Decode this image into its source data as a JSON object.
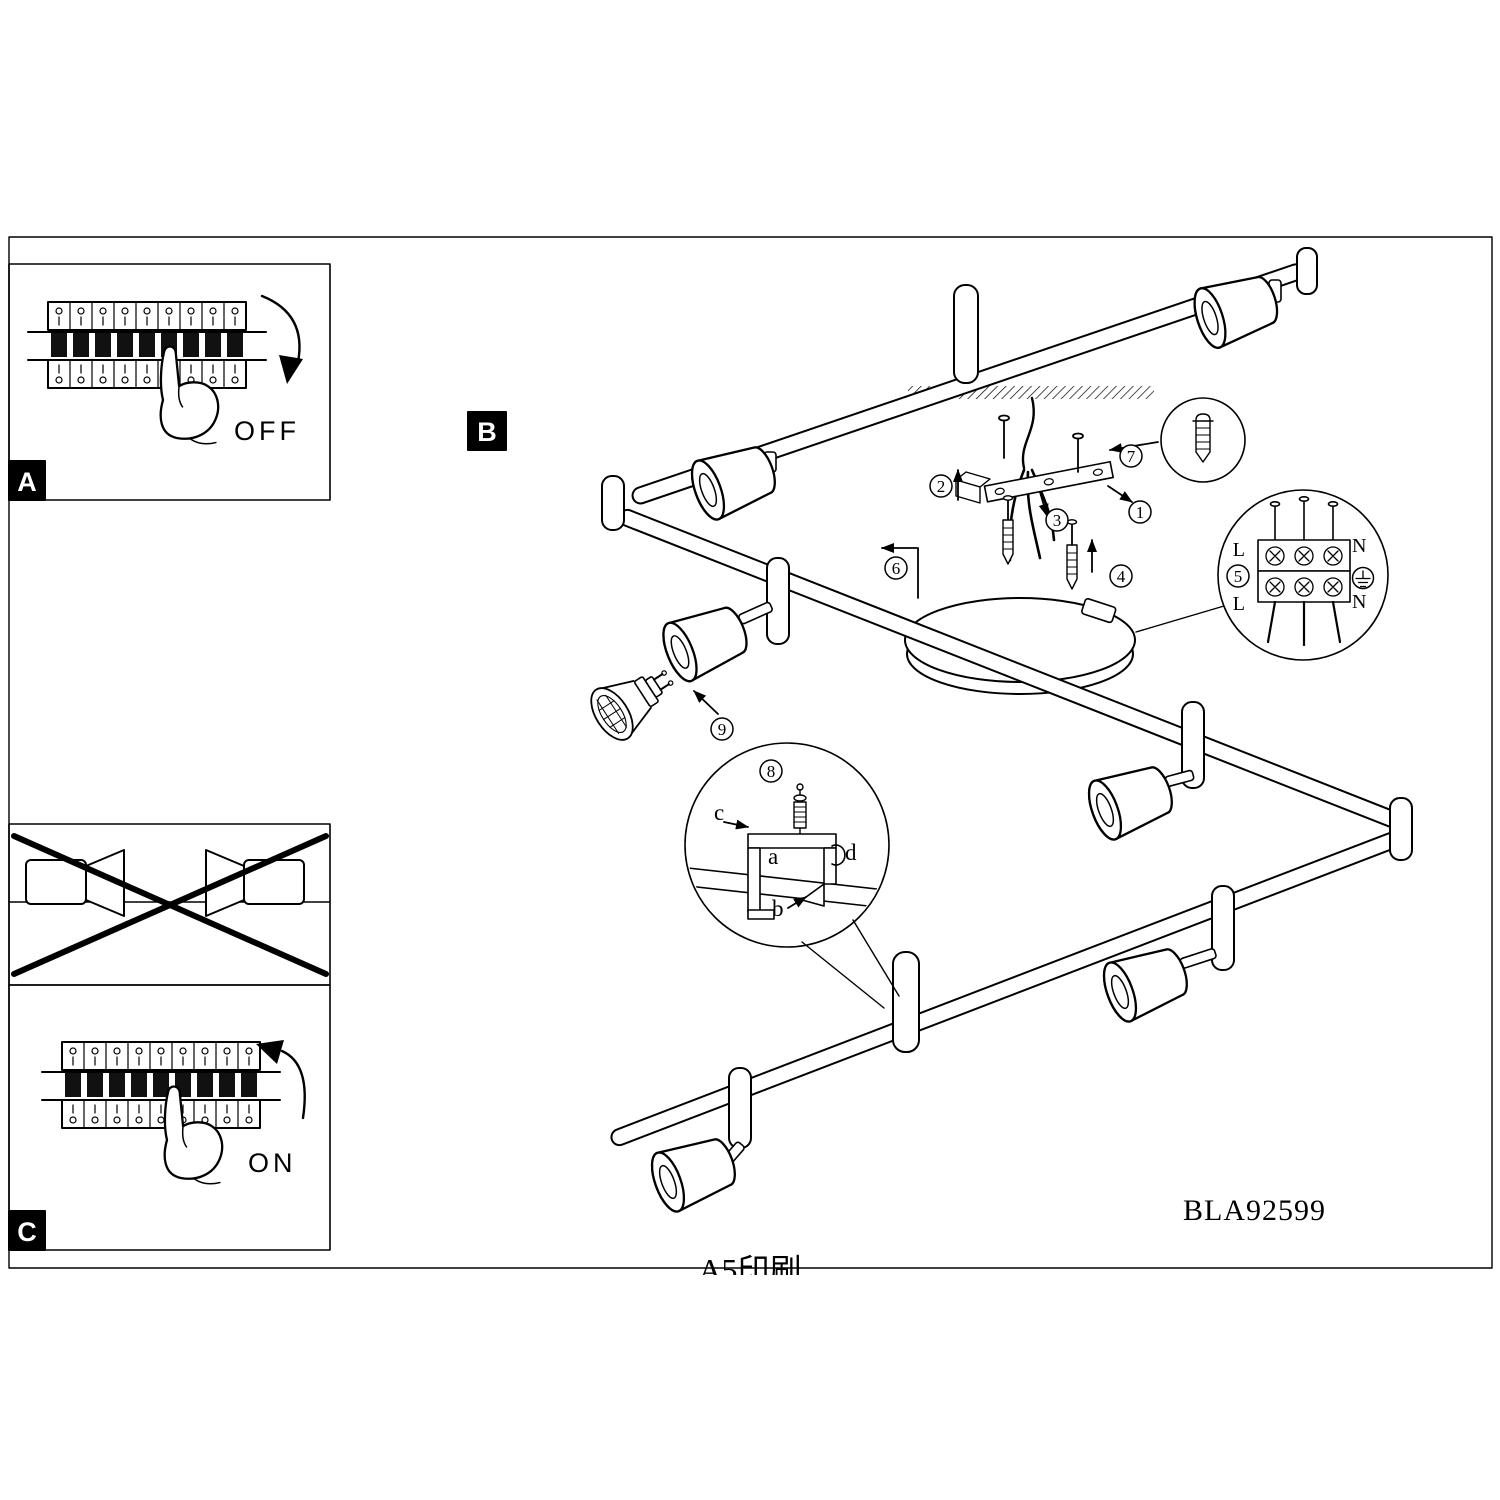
{
  "document": {
    "model_number": "BLA92599",
    "print_note": "A5印刷"
  },
  "sections": {
    "a_label": "A",
    "b_label": "B",
    "c_label": "C"
  },
  "switch": {
    "off": "OFF",
    "on": "ON"
  },
  "steps": {
    "n1": "1",
    "n2": "2",
    "n3": "3",
    "n4": "4",
    "n5": "5",
    "n6": "6",
    "n7": "7",
    "n8": "8",
    "n9": "9"
  },
  "clamp": {
    "a": "a",
    "b": "b",
    "c": "c",
    "d": "d"
  },
  "terminals": {
    "top_left": "L",
    "top_right": "N",
    "bottom_left": "L",
    "bottom_right": "N"
  },
  "colors": {
    "ink": "#000000",
    "paper": "#ffffff"
  }
}
